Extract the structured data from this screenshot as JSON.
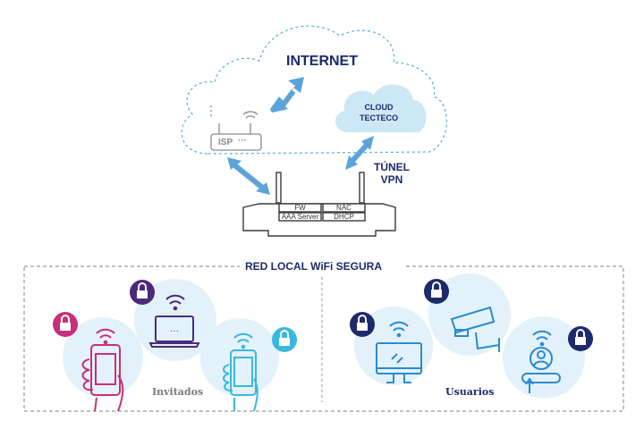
{
  "internet": {
    "label": "INTERNET"
  },
  "cloud": {
    "line1": "CLOUD",
    "line2": "TECTECO"
  },
  "isp": {
    "label": "ISP",
    "dots": "···"
  },
  "vpn": {
    "line1": "TÚNEL",
    "line2": "VPN"
  },
  "router": {
    "modules": [
      "FW",
      "NAC",
      "AAA Server",
      "DHCP"
    ]
  },
  "lan": {
    "title": "RED LOCAL WiFi SEGURA"
  },
  "groups": {
    "guests": {
      "label": "Invitados",
      "devices": [
        "smartphone-magenta",
        "laptop-purple",
        "smartphone-cyan"
      ]
    },
    "users": {
      "label": "Usuarios",
      "devices": [
        "desktop-monitor",
        "security-camera",
        "user-login"
      ]
    }
  },
  "colors": {
    "navy": "#1d2a6b",
    "arrow": "#5ba3d9",
    "dashed": "#5bb7de",
    "cloud_fill": "#cde8f5",
    "circle_fill": "#dff0fa",
    "magenta": "#c8307a",
    "purple": "#4a2a7a",
    "cyan": "#39b8dd",
    "blue": "#2a8ad2",
    "gray": "#6e6e6e"
  }
}
